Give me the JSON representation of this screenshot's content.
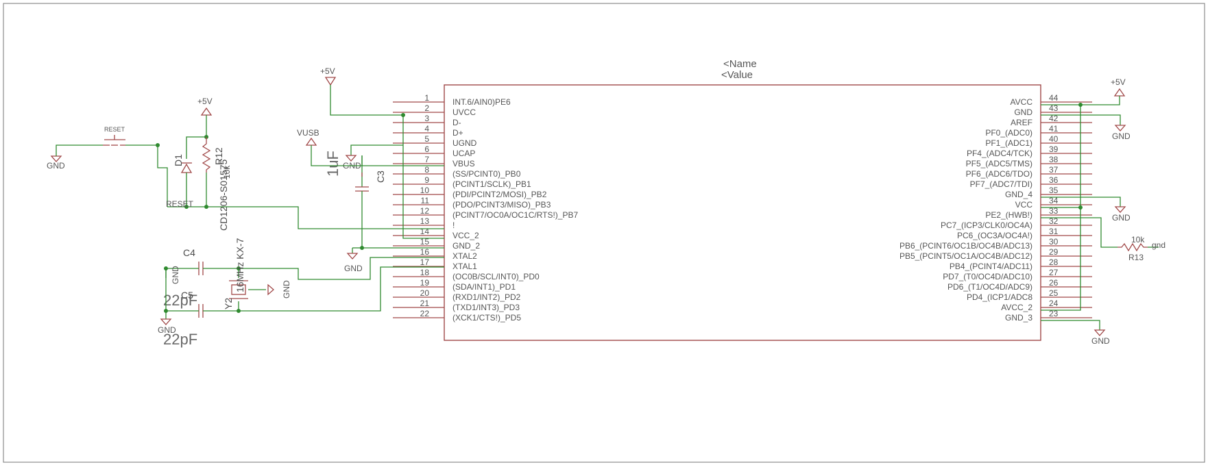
{
  "ic": {
    "name": "<Name",
    "value": "<Value",
    "left_pins": [
      {
        "num": "1",
        "name": "INT.6/AIN0)PE6"
      },
      {
        "num": "2",
        "name": "UVCC"
      },
      {
        "num": "3",
        "name": "D-"
      },
      {
        "num": "4",
        "name": "D+"
      },
      {
        "num": "5",
        "name": "UGND"
      },
      {
        "num": "6",
        "name": "UCAP"
      },
      {
        "num": "7",
        "name": "VBUS"
      },
      {
        "num": "8",
        "name": "(SS/PCINT0)_PB0"
      },
      {
        "num": "9",
        "name": "(PCINT1/SCLK)_PB1"
      },
      {
        "num": "10",
        "name": "(PDI/PCINT2/MOSI)_PB2"
      },
      {
        "num": "11",
        "name": "(PDO/PCINT3/MISO)_PB3"
      },
      {
        "num": "12",
        "name": "(PCINT7/OC0A/OC1C/RTS!)_PB7"
      },
      {
        "num": "13",
        "name": "!"
      },
      {
        "num": "14",
        "name": "VCC_2"
      },
      {
        "num": "15",
        "name": "GND_2"
      },
      {
        "num": "16",
        "name": "XTAL2"
      },
      {
        "num": "17",
        "name": "XTAL1"
      },
      {
        "num": "18",
        "name": "(OC0B/SCL/INT0)_PD0"
      },
      {
        "num": "19",
        "name": "(SDA/INT1)_PD1"
      },
      {
        "num": "20",
        "name": "(RXD1/INT2)_PD2"
      },
      {
        "num": "21",
        "name": "(TXD1/INT3)_PD3"
      },
      {
        "num": "22",
        "name": "(XCK1/CTS!)_PD5"
      }
    ],
    "right_pins": [
      {
        "num": "44",
        "name": "AVCC"
      },
      {
        "num": "43",
        "name": "GND"
      },
      {
        "num": "42",
        "name": "AREF"
      },
      {
        "num": "41",
        "name": "PF0_(ADC0)"
      },
      {
        "num": "40",
        "name": "PF1_(ADC1)"
      },
      {
        "num": "39",
        "name": "PF4_(ADC4/TCK)"
      },
      {
        "num": "38",
        "name": "PF5_(ADC5/TMS)"
      },
      {
        "num": "37",
        "name": "PF6_(ADC6/TDO)"
      },
      {
        "num": "36",
        "name": "PF7_(ADC7/TDI)"
      },
      {
        "num": "35",
        "name": "GND_4"
      },
      {
        "num": "34",
        "name": "VCC"
      },
      {
        "num": "33",
        "name": "PE2_(HWB!)"
      },
      {
        "num": "32",
        "name": "PC7_(ICP3/CLK0/OC4A)"
      },
      {
        "num": "31",
        "name": "PC6_(OC3A/OC4A!)"
      },
      {
        "num": "30",
        "name": "PB6_(PCINT6/OC1B/OC4B/ADC13)"
      },
      {
        "num": "29",
        "name": "PB5_(PCINT5/OC1A/OC4B/ADC12)"
      },
      {
        "num": "28",
        "name": "PB4_(PCINT4/ADC11)"
      },
      {
        "num": "27",
        "name": "PD7_(T0/OC4D/ADC10)"
      },
      {
        "num": "26",
        "name": "PD6_(T1/OC4D/ADC9)"
      },
      {
        "num": "25",
        "name": "PD4_(ICP1/ADC8"
      },
      {
        "num": "24",
        "name": "AVCC_2"
      },
      {
        "num": "23",
        "name": "GND_3"
      }
    ]
  },
  "labels": {
    "plus5v": "+5V",
    "gnd": "GND",
    "vusb": "VUSB",
    "reset_switch": "RESET",
    "reset_net": "RESET",
    "diode_ref": "D1",
    "diode_value": "CD1206-S01575",
    "r12_ref": "R12",
    "r12_value": "10k",
    "c3_ref": "C3",
    "c3_value": "1uF",
    "c4_ref": "C4",
    "c4_value": "22pF",
    "c5_ref": "C5",
    "c5_value": "22pF",
    "y2_ref": "Y2",
    "y2_value": "16MHz KX-7",
    "r13_ref": "R13",
    "r13_value": "10k",
    "gnd_lower": "gnd"
  }
}
